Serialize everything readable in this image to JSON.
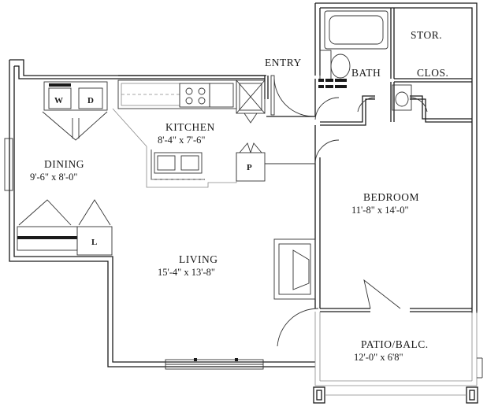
{
  "rooms": {
    "entry": {
      "name": "ENTRY"
    },
    "bath": {
      "name": "BATH"
    },
    "storage": {
      "name": "STOR."
    },
    "closet": {
      "name": "CLOS."
    },
    "kitchen": {
      "name": "KITCHEN",
      "size": "8'-4\"  x  7'-6\""
    },
    "dining": {
      "name": "DINING",
      "size": "9'-6\"  x  8'-0\""
    },
    "bedroom": {
      "name": "BEDROOM",
      "size": "11'-8\"  x  14'-0\""
    },
    "living": {
      "name": "LIVING",
      "size": "15'-4\"  x  13'-8\""
    },
    "patio": {
      "name": "PATIO/BALC.",
      "size": "12'-0\"  x  6'8\""
    }
  },
  "appliances": {
    "washer": "W",
    "dryer": "D",
    "pantry": "P",
    "linen": "L"
  }
}
